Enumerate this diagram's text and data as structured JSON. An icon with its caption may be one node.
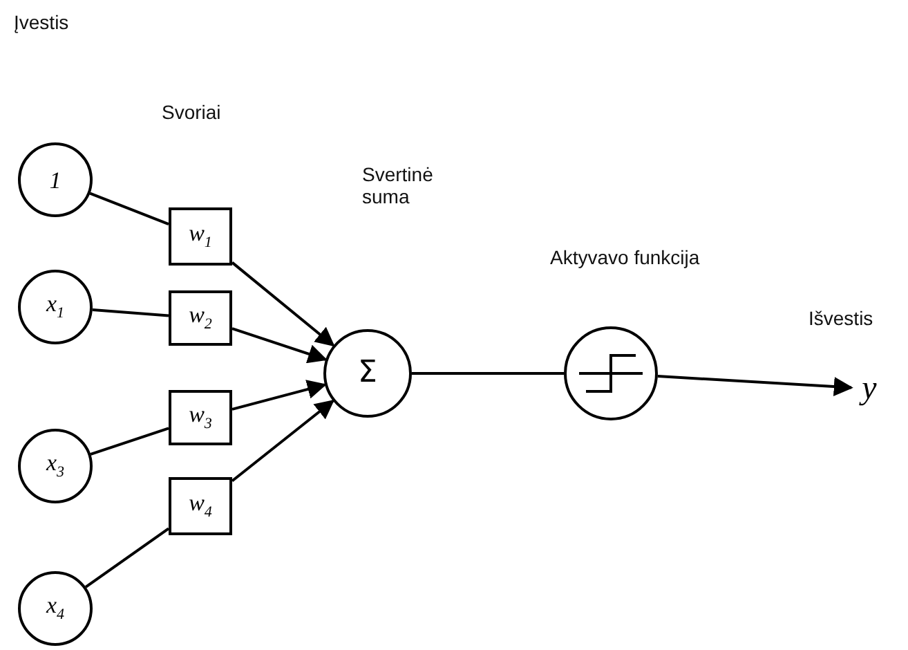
{
  "diagram": {
    "nodes": [
      {
        "text": [
          "1"
        ]
      },
      {
        "text": [
          "x$_{1}$"
        ]
      },
      {
        "text": [
          "x$_{3}$"
        ]
      },
      {
        "text": [
          "x$_{4}$"
        ]
      },
      {
        "text": [
          "w$_{1}$"
        ]
      },
      {
        "text": [
          "w$_{2}$"
        ]
      },
      {
        "text": [
          "w$_{3}$"
        ]
      },
      {
        "text": [
          "w$_{4}$"
        ]
      },
      {
        "text": [
          "Σ"
        ]
      },
      {
        "text": [],
        "shape": "circle"
      },
      {
        "text": [
          "y"
        ]
      }
    ],
    "edges": [
      {
        "from": 0,
        "to": 4,
        "arrow": "none"
      },
      {
        "from": 1,
        "to": 5,
        "arrow": "none"
      },
      {
        "from": 2,
        "to": 6,
        "arrow": "none"
      },
      {
        "from": 3,
        "to": 7,
        "arrow": "none"
      },
      {
        "from": 4,
        "to": 8,
        "arrow": "to"
      },
      {
        "from": 5,
        "to": 8,
        "arrow": "to"
      },
      {
        "from": 6,
        "to": 8,
        "arrow": "to"
      },
      {
        "from": 7,
        "to": 8,
        "arrow": "to"
      },
      {
        "from": 8,
        "to": 9,
        "arrow": "none"
      },
      {
        "from": 9,
        "to": 10,
        "arrow": "to"
      }
    ],
    "labels": [
      "Įvestis",
      "Svoriai",
      "Svertinė suma",
      "Aktyvavo funkcija",
      "Išvestis"
    ]
  }
}
